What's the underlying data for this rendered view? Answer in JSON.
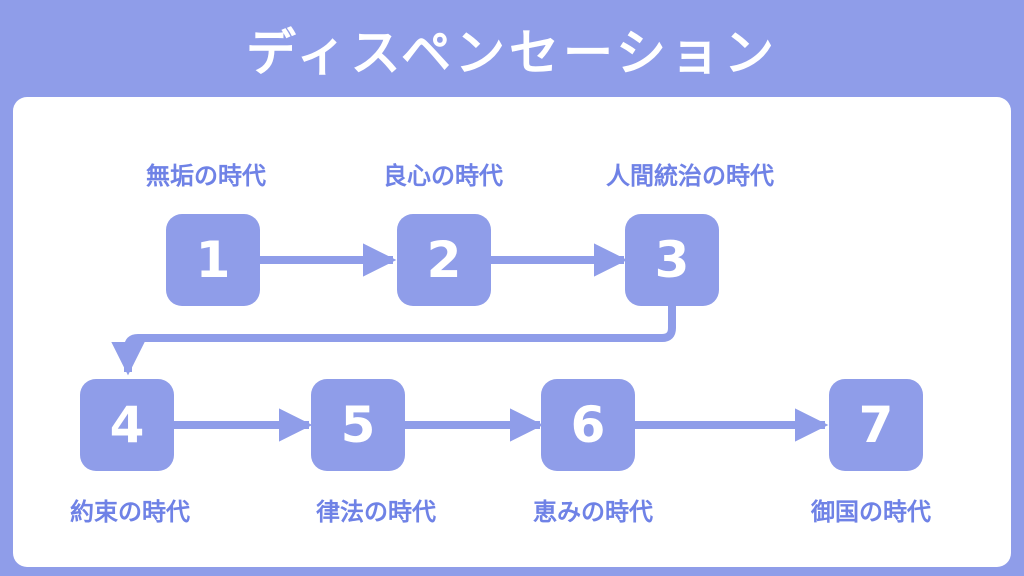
{
  "title": "ディスペンセーション",
  "colors": {
    "accent": "#8f9de9",
    "label": "#6f82e6",
    "panel": "#ffffff"
  },
  "steps": [
    {
      "number": "1",
      "label": "無垢の時代"
    },
    {
      "number": "2",
      "label": "良心の時代"
    },
    {
      "number": "3",
      "label": "人間統治の時代"
    },
    {
      "number": "4",
      "label": "約束の時代"
    },
    {
      "number": "5",
      "label": "律法の時代"
    },
    {
      "number": "6",
      "label": "恵みの時代"
    },
    {
      "number": "7",
      "label": "御国の時代"
    }
  ]
}
